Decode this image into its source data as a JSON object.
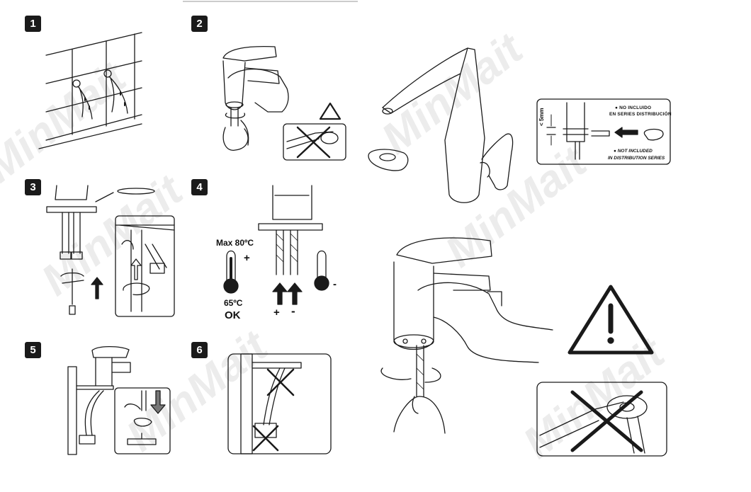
{
  "steps": [
    "1",
    "2",
    "3",
    "4",
    "5",
    "6"
  ],
  "temperature": {
    "max_label": "Max 80ºC",
    "hot_sign": "+",
    "cold_sign": "-",
    "ok_temp": "65ºC",
    "ok_word": "OK",
    "arrow_plus": "+",
    "arrow_minus": "-"
  },
  "note_box": {
    "dimension": "< 5mm",
    "es_line1": "NO INCLUIDO",
    "es_line2": "EN SERIES DISTRIBUCIÓN",
    "en_line1": "NOT INCLUDED",
    "en_line2": "IN DISTRIBUTION SERIES"
  },
  "watermark": "MinMait",
  "colors": {
    "ink": "#1a1a1a",
    "watermark": "#e8e8e8",
    "badge": "#1a1a1a"
  },
  "icons": [
    "warning-triangle-icon",
    "wrench-crossed-icon",
    "thermometer-hot-icon",
    "thermometer-cold-icon",
    "up-arrow-icon",
    "down-arrow-icon",
    "rotate-icon"
  ]
}
